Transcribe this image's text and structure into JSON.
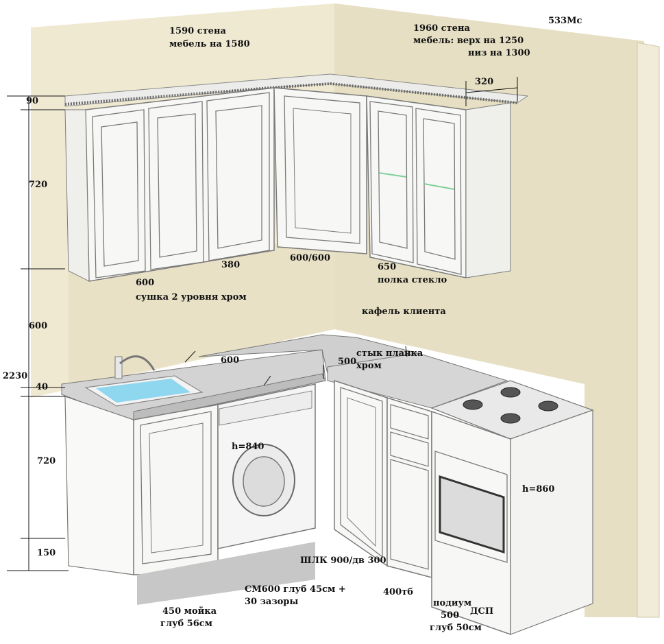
{
  "code": "533Мс",
  "wall_left": {
    "line1": "1590 стена",
    "line2": "мебель на 1580"
  },
  "wall_right": {
    "line1": "1960 стена",
    "line2": "мебель: верх на 1250",
    "line3": "низ на 1300"
  },
  "upper_depth": "320",
  "dims_left": {
    "cornice": "90",
    "upper_height": "720",
    "gap_height": "600",
    "total_height": "2230",
    "worktop": "40",
    "base_height": "720",
    "plinth": "150"
  },
  "upper_labels": {
    "dryer_width": "600",
    "dryer_note": "сушка 2 уровня хром",
    "narrow_width": "380",
    "corner": "600/600",
    "glass_width": "650",
    "glass_note": "полка стекло"
  },
  "tile_note": "кафель клиента",
  "worktop_labels": {
    "segment_600": "600",
    "segment_500": "500",
    "joint_note_1": "стык планка",
    "joint_note_2": "хром"
  },
  "appliances": {
    "washer_height": "h=840",
    "stove_height": "h=860",
    "washer_note_1": "СМ600 глуб 45см +",
    "washer_note_2": "30 зазоры"
  },
  "base_labels": {
    "sink_1": "450 мойка",
    "sink_2": "глуб 56см",
    "tall": "ШЛК 900/дв 300",
    "drawer": "400тб",
    "podium_1": "подиум",
    "podium_2": "500",
    "podium_3": "глуб 50см",
    "material": "ДСП"
  },
  "colors": {
    "wall": "#efe9d2",
    "wall_shade": "#e3dcc0",
    "cabinet": "#f7f7f5",
    "cabinet_line": "#7a7a7a",
    "worktop": "#d3d3d3",
    "sink_water": "#8fd6ef",
    "podium": "#c7c7c7"
  }
}
